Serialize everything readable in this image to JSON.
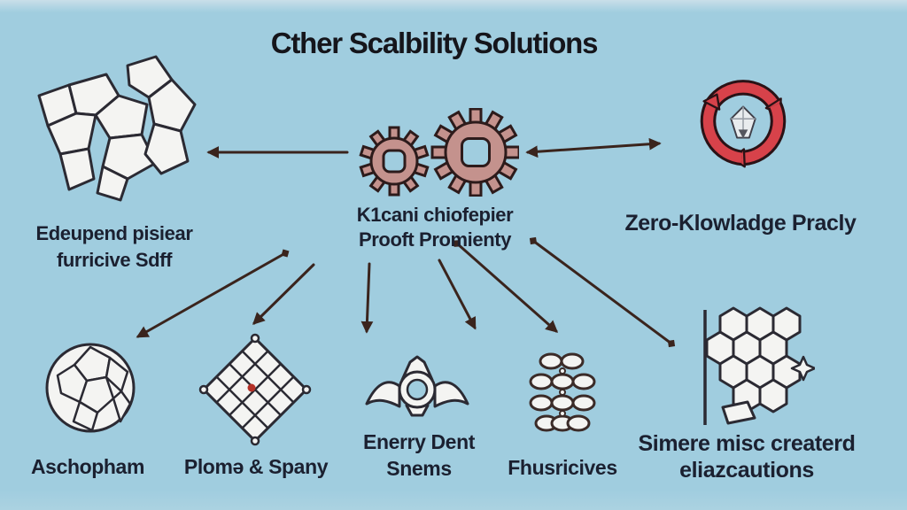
{
  "title": "Cther Scalbility Solutions",
  "palette": {
    "background": "#a0cddf",
    "title_text": "#15151b",
    "label_text": "#1b2030",
    "arrow": "#3a241d",
    "gear_fill": "#c4928d",
    "recycle_red": "#d7424a",
    "shape_fill": "#f4f4f2",
    "shape_stroke": "#2b2a33"
  },
  "nodes": {
    "top_left": {
      "icon": "polygon-network-icon",
      "lines": [
        "Edeupend pisiear",
        "furricive Sdff"
      ]
    },
    "center": {
      "icon": "gears-icon",
      "lines": [
        "K1cani chiofepier",
        "Prooft Promienty"
      ]
    },
    "top_right": {
      "icon": "recycle-arrows-icon",
      "lines": [
        "Zero-Klowladge Pracly"
      ]
    },
    "bottom_1": {
      "icon": "sphere-lattice-icon",
      "lines": [
        "Aschopham"
      ]
    },
    "bottom_2": {
      "icon": "diamond-lattice-icon",
      "lines": [
        "Plomə & Spany"
      ]
    },
    "bottom_3": {
      "icon": "winged-crown-icon",
      "lines": [
        "Enerry Dent",
        "Snems"
      ]
    },
    "bottom_4": {
      "icon": "mesh-stack-icon",
      "lines": [
        "Fhusricives"
      ]
    },
    "bottom_5": {
      "icon": "hex-lattice-icon",
      "lines": [
        "Simere misc createrd",
        "eliazcautions"
      ]
    }
  }
}
